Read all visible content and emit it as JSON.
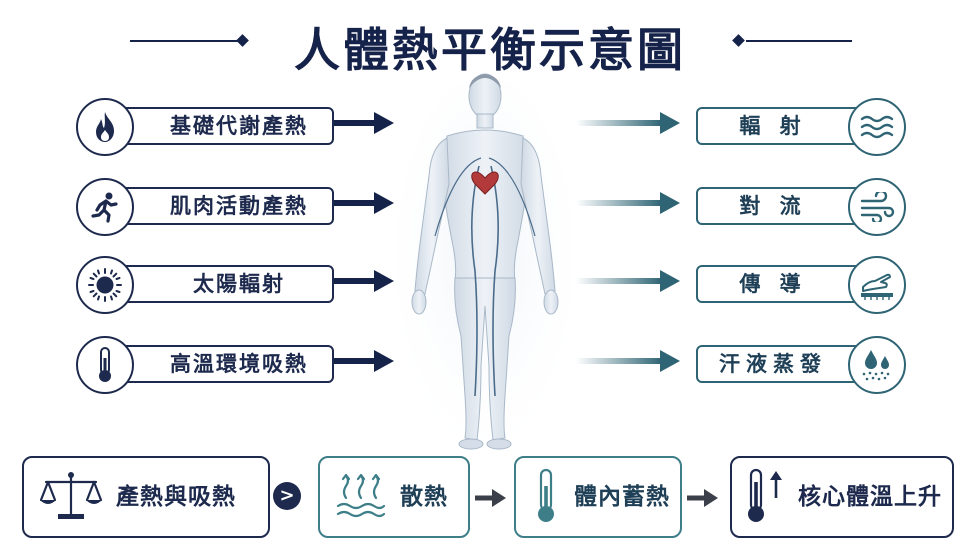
{
  "title": "人體熱平衡示意圖",
  "heat_gain": [
    {
      "label": "基礎代謝產熱",
      "icon": "flame-icon"
    },
    {
      "label": "肌肉活動產熱",
      "icon": "runner-icon"
    },
    {
      "label": "太陽輻射",
      "icon": "sun-icon"
    },
    {
      "label": "高溫環境吸熱",
      "icon": "thermometer-icon"
    }
  ],
  "heat_loss": [
    {
      "label": "輻 射",
      "icon": "radiation-waves-icon"
    },
    {
      "label": "對 流",
      "icon": "wind-icon"
    },
    {
      "label": "傳 導",
      "icon": "hand-contact-icon"
    },
    {
      "label": "汗液蒸發",
      "icon": "sweat-drops-icon"
    }
  ],
  "bottom_flow": {
    "balance": "產熱與吸熱",
    "compare_symbol": ">",
    "dissipation": "散熱",
    "storage": "體內蓄熱",
    "result": "核心體溫上升"
  },
  "colors": {
    "navy": "#1d2a4d",
    "teal": "#2e6474",
    "teal_light": "#3d7e88"
  }
}
